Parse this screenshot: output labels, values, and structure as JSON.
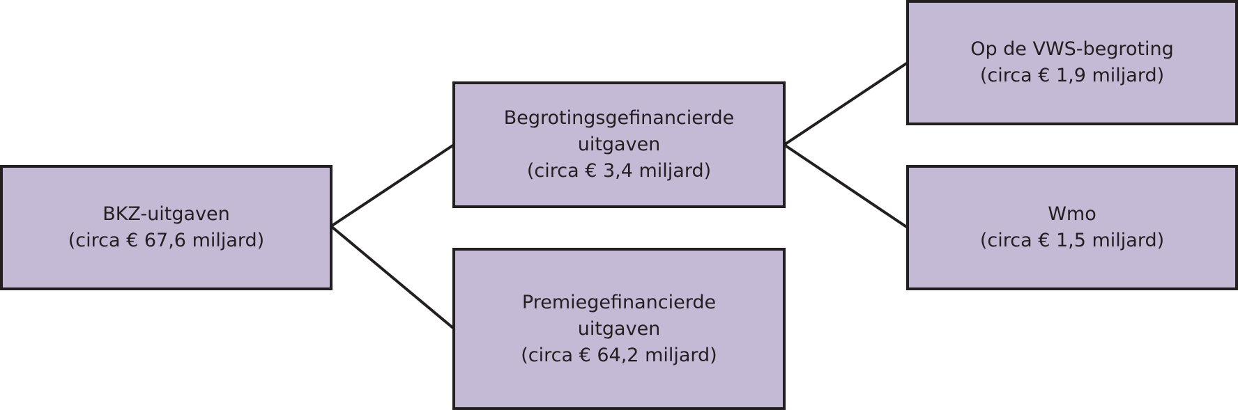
{
  "colors": {
    "box_fill": "#c4bad6",
    "border": "#231f20",
    "text": "#231f20"
  },
  "nodes": {
    "bkz": {
      "line1": "BKZ-uitgaven",
      "line2": "(circa € 67,6 miljard)"
    },
    "begrotings": {
      "line1": "Begrotingsgefinancierde",
      "line2": "uitgaven",
      "line3": "(circa € 3,4 miljard)"
    },
    "premie": {
      "line1": "Premiegefinancierde",
      "line2": "uitgaven",
      "line3": "(circa € 64,2 miljard)"
    },
    "vws": {
      "line1": "Op de VWS-begroting",
      "line2": "(circa € 1,9 miljard)"
    },
    "wmo": {
      "line1": "Wmo",
      "line2": "(circa € 1,5 miljard)"
    }
  },
  "edges": [
    {
      "from": "bkz",
      "to": "begrotings"
    },
    {
      "from": "bkz",
      "to": "premie"
    },
    {
      "from": "begrotings",
      "to": "vws"
    },
    {
      "from": "begrotings",
      "to": "wmo"
    }
  ]
}
